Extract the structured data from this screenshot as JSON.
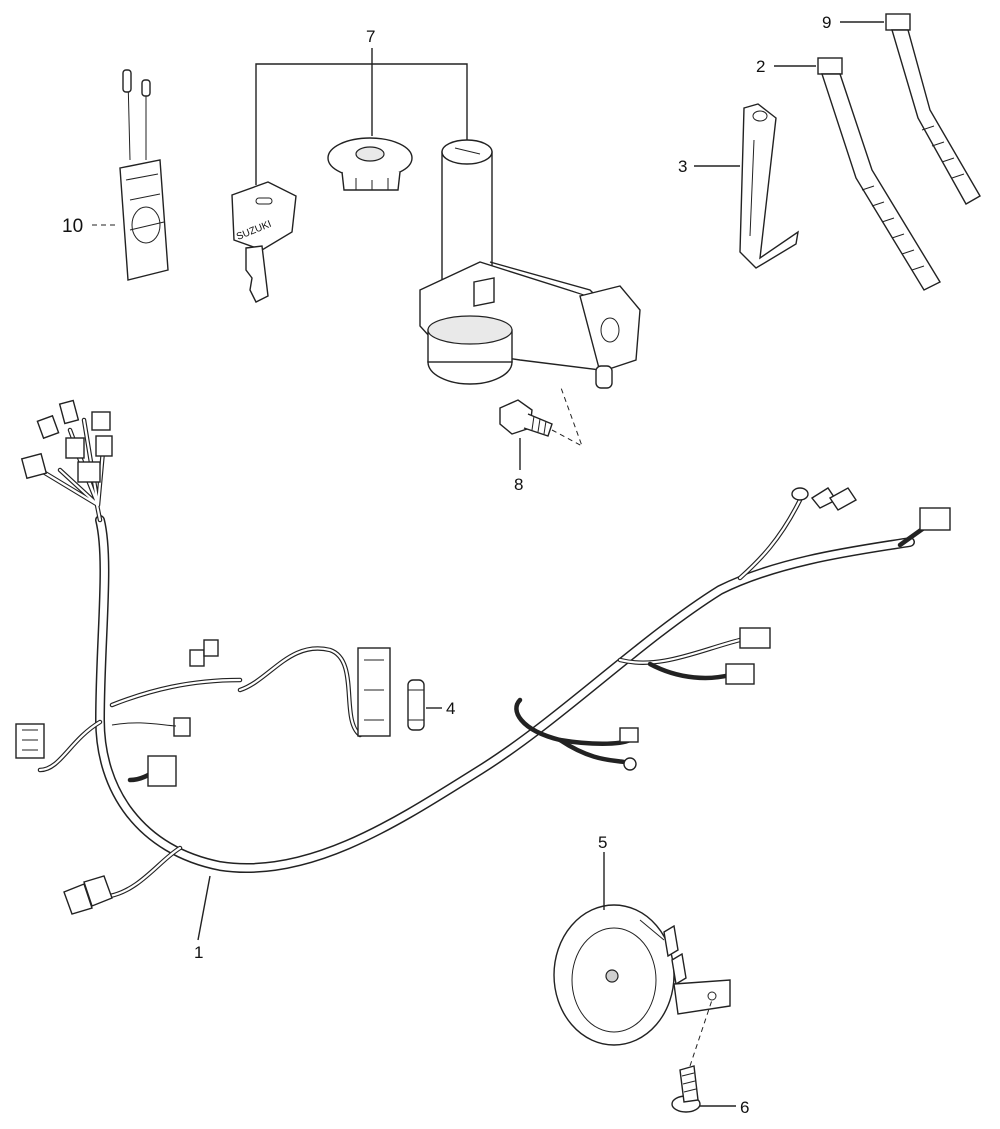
{
  "diagram": {
    "callouts": [
      {
        "id": "harness",
        "number": "1"
      },
      {
        "id": "band-small",
        "number": "2"
      },
      {
        "id": "bracket",
        "number": "3"
      },
      {
        "id": "fuse",
        "number": "4"
      },
      {
        "id": "horn",
        "number": "5"
      },
      {
        "id": "horn-screw",
        "number": "6"
      },
      {
        "id": "ignition-set",
        "number": "7"
      },
      {
        "id": "ignition-bolt",
        "number": "8"
      },
      {
        "id": "band-large",
        "number": "9"
      },
      {
        "id": "tag",
        "number": "10"
      }
    ],
    "key_brand_text": "SUZUKI"
  }
}
